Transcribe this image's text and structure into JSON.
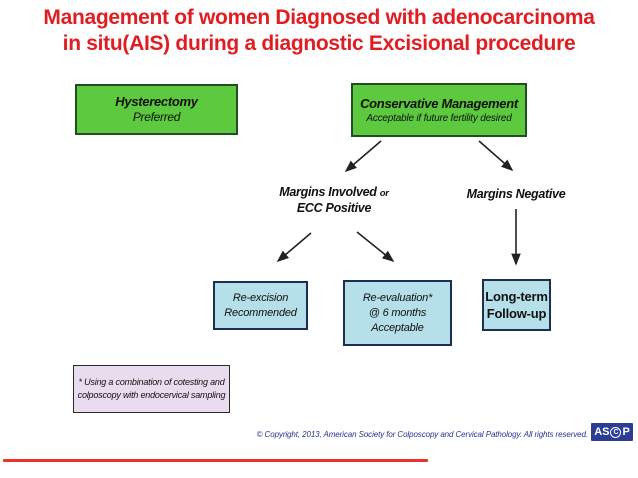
{
  "title": {
    "line1": "Management of women Diagnosed with adenocarcinoma",
    "line2": "in situ(AIS) during a diagnostic Excisional procedure"
  },
  "nodes": {
    "hysterectomy": {
      "title": "Hysterectomy",
      "subtitle": "Preferred"
    },
    "conservative": {
      "title": "Conservative Management",
      "subtitle": "Acceptable if future fertility desired"
    },
    "margins_involved": {
      "main": "Margins Involved",
      "suffix": "or",
      "line2": "ECC Positive"
    },
    "margins_negative": {
      "label": "Margins Negative"
    },
    "re_excision": {
      "line1": "Re-excision",
      "line2": "Recommended"
    },
    "re_evaluation": {
      "line1": "Re-evaluation*",
      "line2": "@ 6 months",
      "line3": "Acceptable"
    },
    "long_term": {
      "line1": "Long-term",
      "line2": "Follow-up"
    }
  },
  "footnote": {
    "line1": "* Using a combination of cotesting and",
    "line2": "colposcopy with endocervical sampling"
  },
  "footer": {
    "copyright": "© Copyright, 2013, American Society for Colposcopy and Cervical Pathology. All rights reserved.",
    "logo": {
      "left": "AS",
      "circle": "C",
      "right": "P"
    }
  },
  "colors": {
    "title_red": "#e21d22",
    "box_green": "#5dc93e",
    "box_green_border": "#234d23",
    "box_blue": "#b5dfe9",
    "box_blue_border": "#1c2f4e",
    "box_lavender": "#e9dcef",
    "arrow_black": "#222222",
    "footer_navy": "#2d2f92",
    "logo_navy": "#2c3e94",
    "bottom_line_red": "#e8342c"
  }
}
